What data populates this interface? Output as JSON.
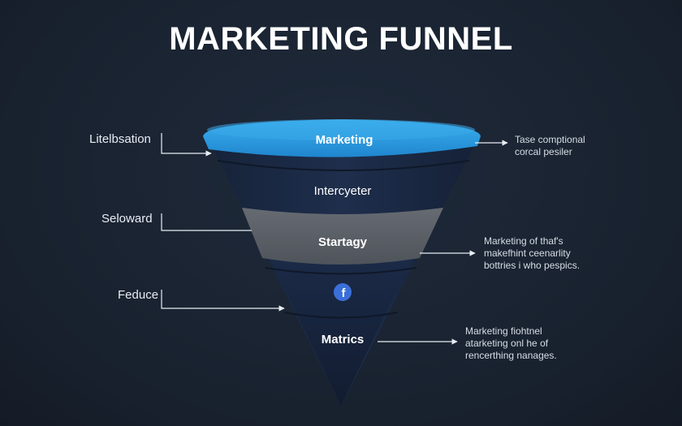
{
  "title": "MARKETING FUNNEL",
  "stages": [
    {
      "label": "Marketing"
    },
    {
      "label": "Intercyeter"
    },
    {
      "label": "Startagy"
    },
    {
      "label": "",
      "icon": "facebook-icon"
    },
    {
      "label": "Matrics"
    }
  ],
  "left_labels": [
    "Litelbsation",
    "Seloward",
    "Feduce"
  ],
  "right_notes": [
    [
      "Tase comptional",
      "corcal pesiler"
    ],
    [
      "Marketing of thaf's",
      "makefhint ceenarlity",
      "bottries i who pespics."
    ],
    [
      "Marketing fiohtnel",
      "atarketing onl he of",
      "rencerthing nanages."
    ]
  ],
  "colors": {
    "background": "#1a2433",
    "funnel_body": "#1b2a45",
    "funnel_dark": "#131e33",
    "top_rim": "#2f9fe0",
    "strategy_band": "#5a5f66",
    "facebook": "#3b6fd8",
    "text": "#ffffff"
  }
}
